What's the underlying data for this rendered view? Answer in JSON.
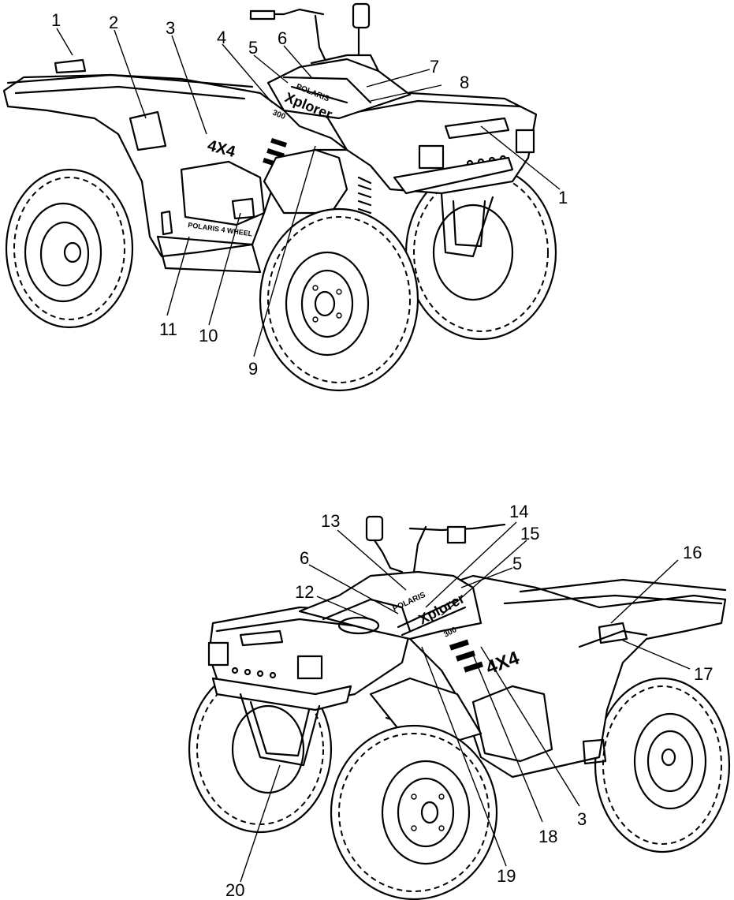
{
  "figure_top": {
    "callouts": [
      {
        "id": "c1a",
        "label": "1"
      },
      {
        "id": "c2",
        "label": "2"
      },
      {
        "id": "c3",
        "label": "3"
      },
      {
        "id": "c4",
        "label": "4"
      },
      {
        "id": "c5",
        "label": "5"
      },
      {
        "id": "c6",
        "label": "6"
      },
      {
        "id": "c7",
        "label": "7"
      },
      {
        "id": "c8",
        "label": "8"
      },
      {
        "id": "c1b",
        "label": "1"
      },
      {
        "id": "c9",
        "label": "9"
      },
      {
        "id": "c10",
        "label": "10"
      },
      {
        "id": "c11",
        "label": "11"
      }
    ],
    "decals": {
      "brand": "POLARIS",
      "model": "Xplorer",
      "engine": "300",
      "drive": "4X4",
      "system": "POLARIS 4 WHEEL"
    }
  },
  "figure_bottom": {
    "callouts": [
      {
        "id": "c13",
        "label": "13"
      },
      {
        "id": "c14",
        "label": "14"
      },
      {
        "id": "c15",
        "label": "15"
      },
      {
        "id": "c6b",
        "label": "6"
      },
      {
        "id": "c5b",
        "label": "5"
      },
      {
        "id": "c16",
        "label": "16"
      },
      {
        "id": "c12",
        "label": "12"
      },
      {
        "id": "c17",
        "label": "17"
      },
      {
        "id": "c18",
        "label": "18"
      },
      {
        "id": "c3b",
        "label": "3"
      },
      {
        "id": "c19",
        "label": "19"
      },
      {
        "id": "c20",
        "label": "20"
      }
    ],
    "decals": {
      "brand": "POLARIS",
      "model": "Xplorer",
      "engine": "300",
      "drive": "4X4"
    }
  }
}
